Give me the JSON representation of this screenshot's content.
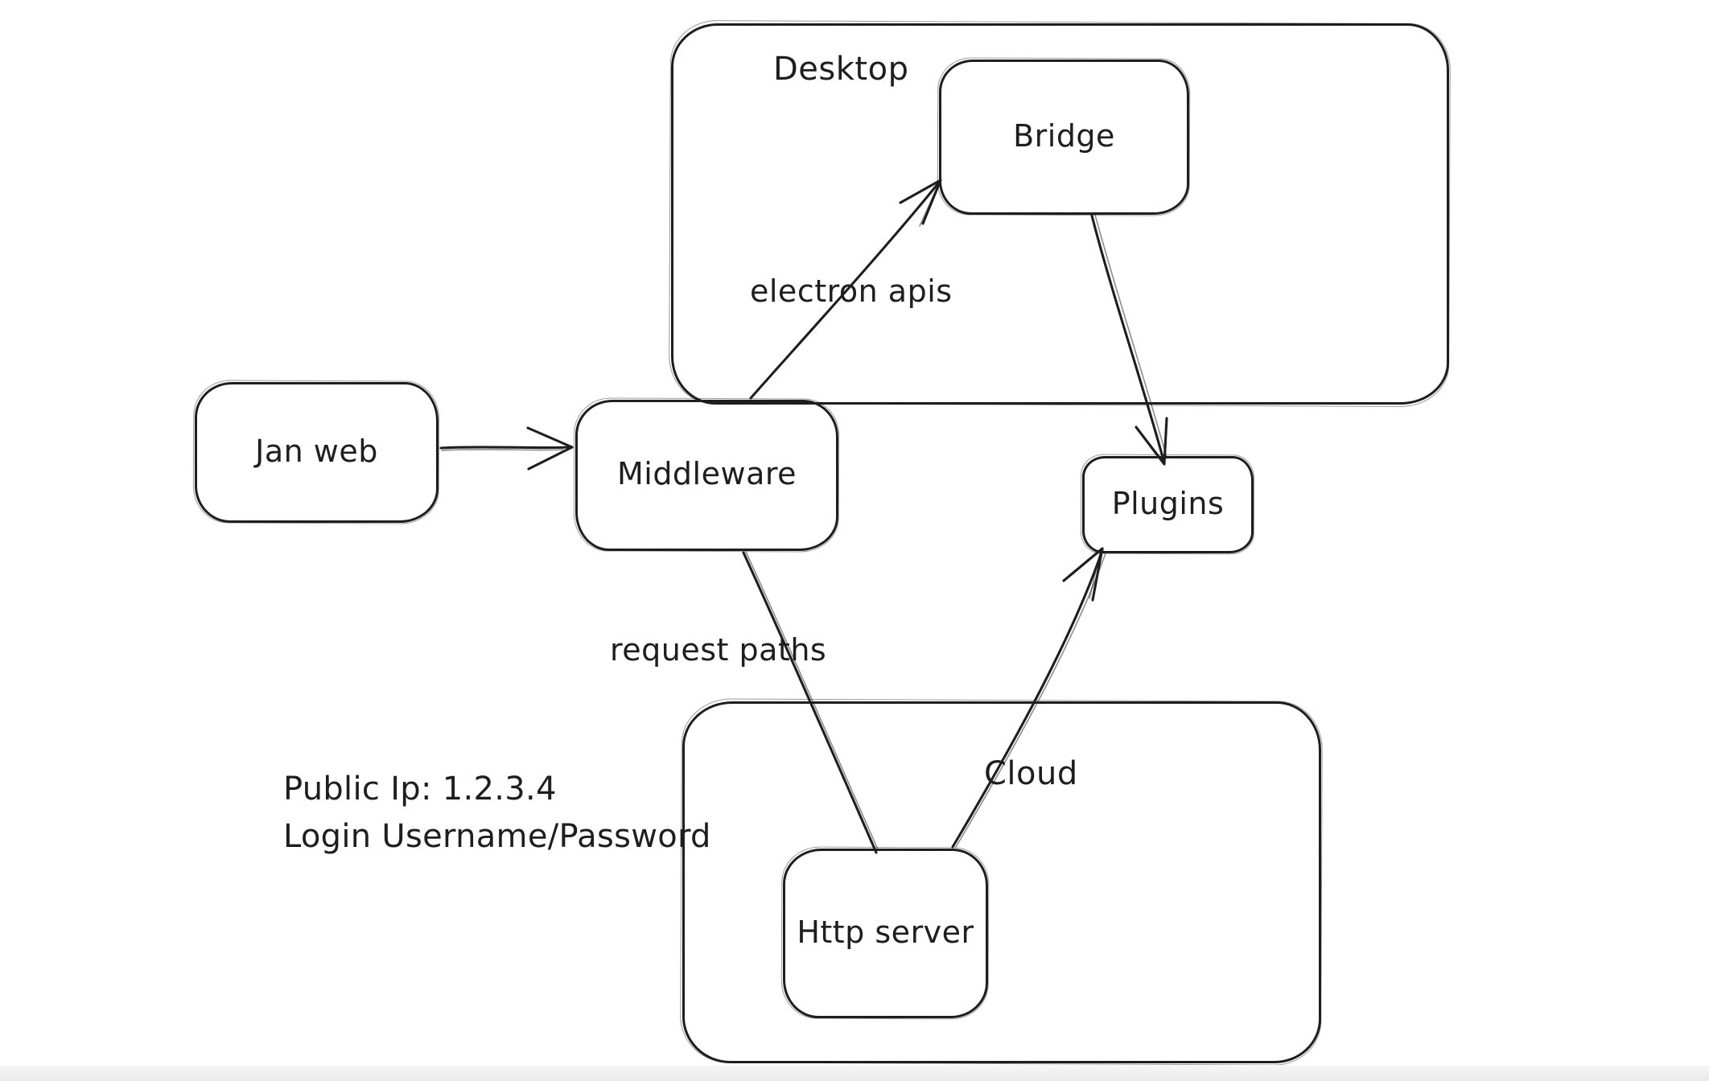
{
  "diagram": {
    "containers": {
      "desktop": {
        "label": "Desktop"
      },
      "cloud": {
        "label": "Cloud"
      }
    },
    "nodes": {
      "jan_web": {
        "label": "Jan web"
      },
      "middleware": {
        "label": "Middleware"
      },
      "bridge": {
        "label": "Bridge"
      },
      "plugins": {
        "label": "Plugins"
      },
      "http_server": {
        "label": "Http server"
      }
    },
    "edges": [
      {
        "from": "Jan web",
        "to": "Middleware",
        "label": ""
      },
      {
        "from": "Middleware",
        "to": "Bridge",
        "label": "electron apis"
      },
      {
        "from": "Bridge",
        "to": "Plugins",
        "label": ""
      },
      {
        "from": "Middleware",
        "to": "Http server",
        "label": "request paths"
      },
      {
        "from": "Http server",
        "to": "Plugins",
        "label": ""
      }
    ],
    "annotations": {
      "public_ip": "Public Ip: 1.2.3.4",
      "login": "Login Username/Password"
    },
    "colors": {
      "stroke": "#1e1e1e",
      "background": "#ffffff"
    }
  }
}
